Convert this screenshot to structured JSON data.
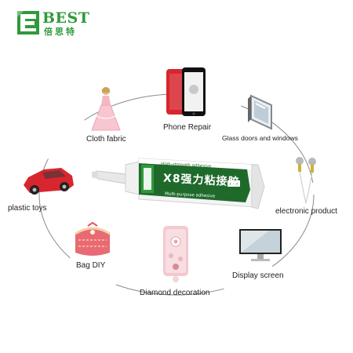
{
  "brand": {
    "name": "BEST",
    "chinese": "倍思特"
  },
  "product": {
    "name_cn": "X8强力粘接胶",
    "top_text": "High-strength adhesive",
    "bottom_text": "Multi-purpose adhesive"
  },
  "applications": [
    {
      "label": "Cloth fabric",
      "icon": "doll-icon"
    },
    {
      "label": "Phone Repair",
      "icon": "phone-icon"
    },
    {
      "label": "Glass doors and windows",
      "icon": "glass-window-icon"
    },
    {
      "label": "electronic product",
      "icon": "earphones-icon"
    },
    {
      "label": "Display screen",
      "icon": "monitor-icon"
    },
    {
      "label": "Diamond decoration",
      "icon": "decorated-phone-icon"
    },
    {
      "label": "Bag DIY",
      "icon": "bag-icon"
    },
    {
      "label": "plastic toys",
      "icon": "toy-car-icon"
    }
  ],
  "colors": {
    "brand_green": "#2f9a3a",
    "tube_green": "#1f6a2b",
    "ring": "#8a8a8a",
    "phone_red": "#d7262e"
  }
}
